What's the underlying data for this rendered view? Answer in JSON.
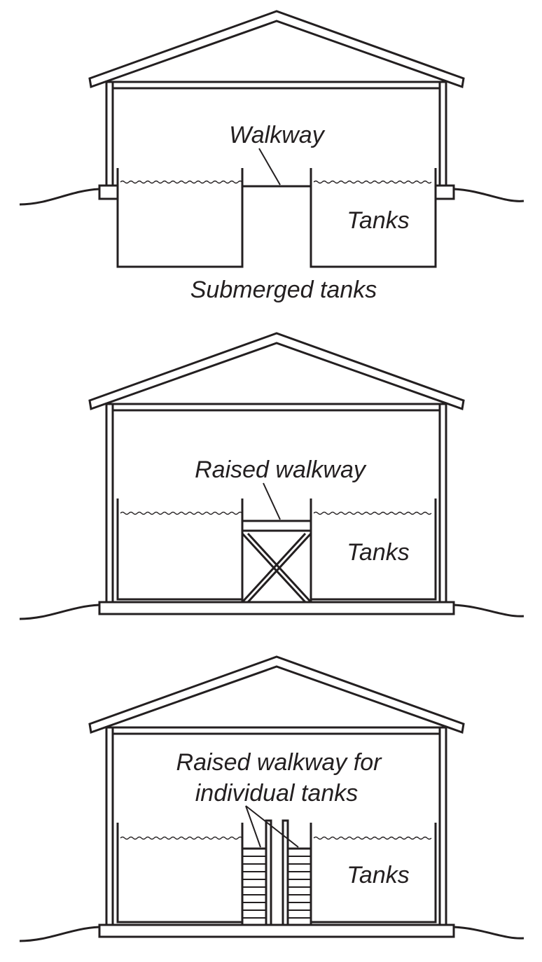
{
  "panels": {
    "submerged": {
      "walkway_label": "Walkway",
      "tanks_label": "Tanks",
      "caption": "Submerged tanks"
    },
    "raised": {
      "walkway_label": "Raised walkway",
      "tanks_label": "Tanks"
    },
    "individual": {
      "walkway_label_line1": "Raised walkway for",
      "walkway_label_line2": "individual tanks",
      "tanks_label": "Tanks"
    }
  },
  "colors": {
    "ink": "#231f20",
    "background": "#ffffff"
  }
}
